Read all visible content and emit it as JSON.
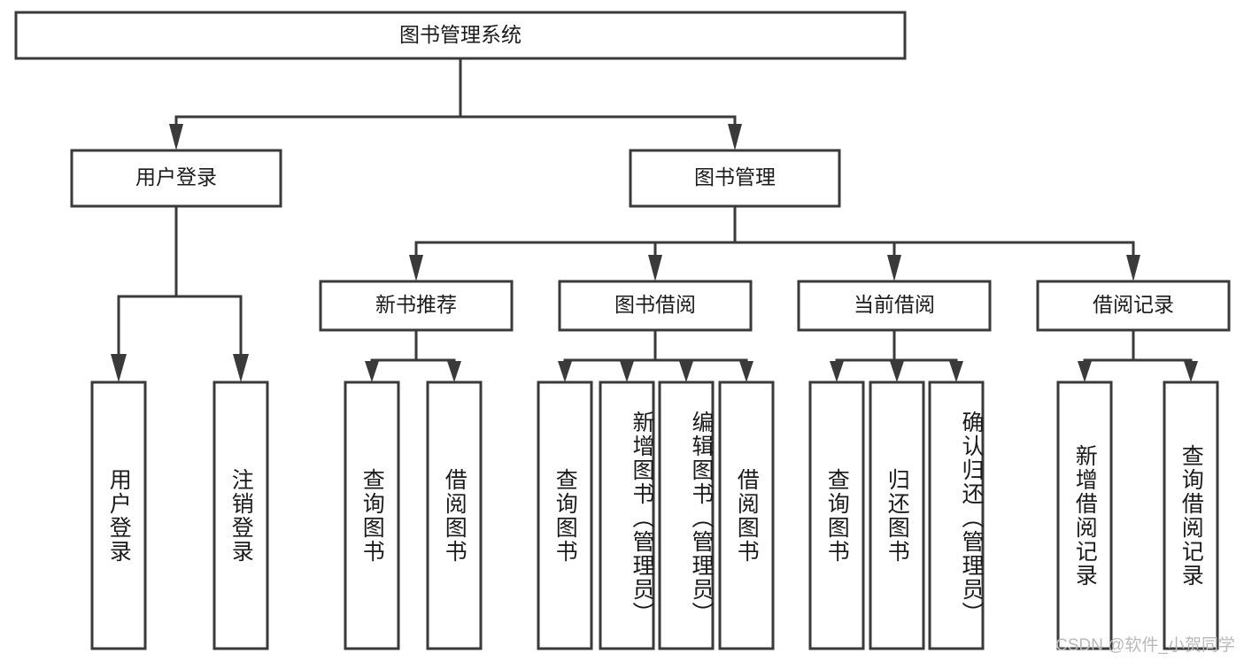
{
  "diagram": {
    "type": "tree-hierarchy",
    "title": "图书管理系统",
    "root": {
      "id": "root",
      "label": "图书管理系统",
      "orientation": "horizontal"
    },
    "level2": [
      {
        "id": "user-login",
        "label": "用户登录",
        "orientation": "horizontal"
      },
      {
        "id": "book-management",
        "label": "图书管理",
        "orientation": "horizontal"
      }
    ],
    "level3": [
      {
        "id": "new-book-recommend",
        "label": "新书推荐",
        "orientation": "horizontal",
        "parent": "book-management"
      },
      {
        "id": "book-borrow",
        "label": "图书借阅",
        "orientation": "horizontal",
        "parent": "book-management"
      },
      {
        "id": "current-borrow",
        "label": "当前借阅",
        "orientation": "horizontal",
        "parent": "book-management"
      },
      {
        "id": "borrow-record",
        "label": "借阅记录",
        "orientation": "horizontal",
        "parent": "book-management"
      }
    ],
    "leaves": [
      {
        "id": "leaf-user-login",
        "label": "用户登录",
        "parent": "user-login",
        "orientation": "vertical"
      },
      {
        "id": "leaf-logout-login",
        "label": "注销登录",
        "parent": "user-login",
        "orientation": "vertical"
      },
      {
        "id": "leaf-query-book-1",
        "label": "查询图书",
        "parent": "new-book-recommend",
        "orientation": "vertical"
      },
      {
        "id": "leaf-borrow-book-1",
        "label": "借阅图书",
        "parent": "new-book-recommend",
        "orientation": "vertical"
      },
      {
        "id": "leaf-query-book-2",
        "label": "查询图书",
        "parent": "book-borrow",
        "orientation": "vertical"
      },
      {
        "id": "leaf-add-book",
        "label": "新增图书（管理员）",
        "parent": "book-borrow",
        "orientation": "vertical"
      },
      {
        "id": "leaf-edit-book",
        "label": "编辑图书（管理员）",
        "parent": "book-borrow",
        "orientation": "vertical"
      },
      {
        "id": "leaf-borrow-book-2",
        "label": "借阅图书",
        "parent": "book-borrow",
        "orientation": "vertical"
      },
      {
        "id": "leaf-query-book-3",
        "label": "查询图书",
        "parent": "current-borrow",
        "orientation": "vertical"
      },
      {
        "id": "leaf-return-book",
        "label": "归还图书",
        "parent": "current-borrow",
        "orientation": "vertical"
      },
      {
        "id": "leaf-confirm-return",
        "label": "确认归还（管理员）",
        "parent": "current-borrow",
        "orientation": "vertical"
      },
      {
        "id": "leaf-add-record",
        "label": "新增借阅记录",
        "parent": "borrow-record",
        "orientation": "vertical"
      },
      {
        "id": "leaf-query-record",
        "label": "查询借阅记录",
        "parent": "borrow-record",
        "orientation": "vertical"
      }
    ],
    "colors": {
      "stroke": "#3a3a3a",
      "fill": "#ffffff",
      "text": "#1b1b1b",
      "watermark": "#b9b9b9"
    }
  },
  "watermark": {
    "text": "CSDN @软件_小贺同学"
  }
}
